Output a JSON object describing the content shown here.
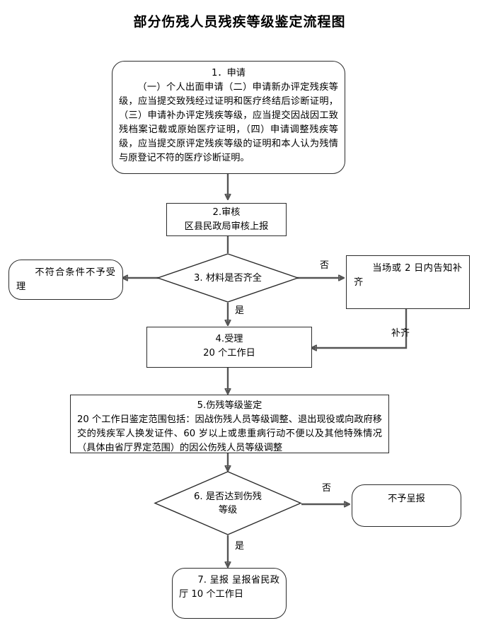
{
  "title": "部分伤残人员残疾等级鉴定流程图",
  "nodes": {
    "n1": {
      "heading": "1．申请",
      "text": "（一）个人出面申请（二）申请新办评定残疾等级，应当提交致残经过证明和医疗终结后诊断证明，（三）申请补办评定残疾等级，应当提交因战因工致残档案记载或原始医疗证明，（四）申请调整残疾等级，应当提交原评定残疾等级的证明和本人认为残情与原登记不符的医疗诊断证明。",
      "shape": "rounded-rectangle"
    },
    "n2": {
      "text": "2.审核\n区县民政局审核上报",
      "shape": "rectangle"
    },
    "n3": {
      "text": "3. 材料是否齐全",
      "shape": "diamond"
    },
    "n_reject": {
      "text": "不符合条件不予受理",
      "shape": "rounded-rectangle"
    },
    "n_notify": {
      "text": "当场或 2 日内告知补齐",
      "shape": "rectangle"
    },
    "n4": {
      "text": "4.受理\n20 个工作日",
      "shape": "rectangle"
    },
    "n5": {
      "heading": "5.伤残等级鉴定",
      "text": "20 个工作日鉴定范围包括：因战伤残人员等级调整、退出现役或向政府移交的残疾军人换发证件、60 岁以上或患重病行动不便以及其他特殊情况（具体由省厅界定范围）的因公伤残人员等级调整",
      "shape": "rectangle"
    },
    "n6": {
      "text": "6. 是否达到伤残\n等级",
      "shape": "diamond"
    },
    "n_noreport": {
      "text": "不予呈报",
      "shape": "rounded-rectangle"
    },
    "n7": {
      "text": "7. 呈报\n呈报省民政厅 10 个工作日",
      "shape": "rounded-rectangle"
    }
  },
  "edge_labels": {
    "e3_no": "否",
    "e3_yes": "是",
    "e_resubmit": "补齐",
    "e6_no": "否",
    "e6_yes": "是"
  },
  "colors": {
    "stroke": "#2b2b2b",
    "connector": "#555555",
    "background": "#ffffff",
    "text": "#000000"
  }
}
